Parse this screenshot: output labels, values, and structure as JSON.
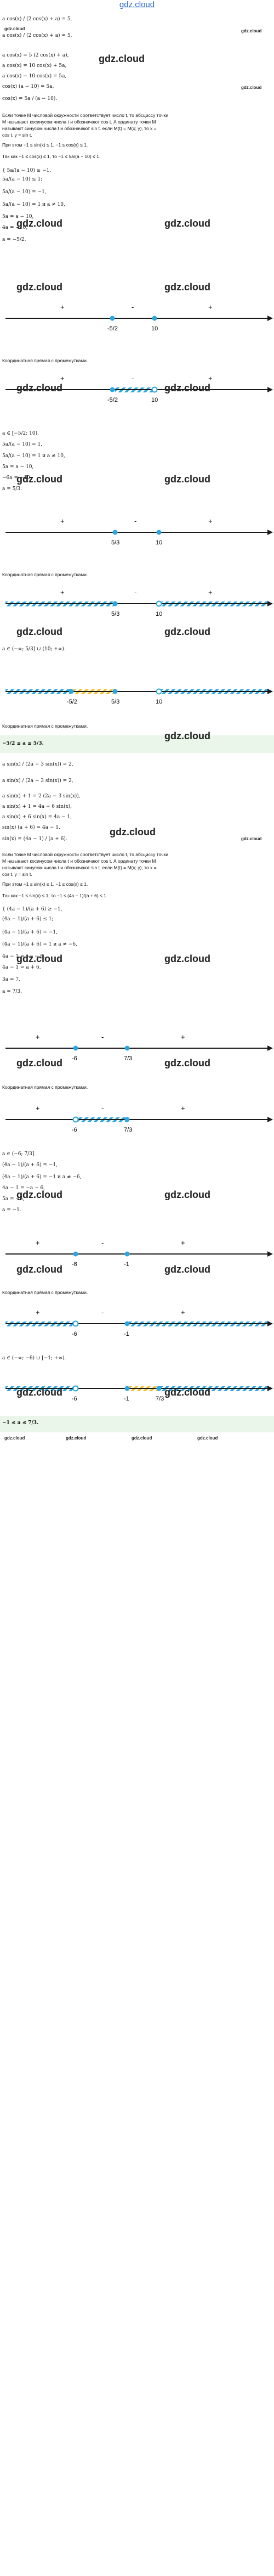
{
  "header": {
    "site_link": "gdz.cloud"
  },
  "watermark": {
    "text": "gdz.cloud"
  },
  "colors": {
    "axis": "#1a1a1a",
    "point": "#2ba6e0",
    "hatch": "#2ba6e0",
    "hatch_yellow": "#f2c12e",
    "band": "#e9f6e9",
    "link": "#2a66c9"
  },
  "part1": {
    "lines": [
      "a cos(x) / (2 cos(x) + a) = 5,",
      "a cos(x) / (2 cos(x) + a) = 5,",
      "a cos(x) = 5 (2 cos(x) + a),",
      "a cos(x) = 10 cos(x) + 5a,",
      "a cos(x) − 10 cos(x) = 5a,",
      "cos(x) (a − 10) = 5a,",
      "cos(x) = 5a / (a − 10).",
      "Если точке M числовой окружности соответствует число t, то абсциссу точки",
      "M называют косинусом числа t и обозначают cos t. А ординату точки M",
      "называют синусом числа t и обозначают sin t. если M(t) = M(x; y), то x =",
      "cos t, y = sin t.",
      "При этом −1 ≤ sin(x) ≤ 1, −1 ≤ cos(x) ≤ 1.",
      "Так как −1 ≤ cos(x) ≤ 1, то −1 ≤ 5a/(a − 10) ≤ 1.",
      "{ 5a/(a − 10) ≥ −1,",
      "  5a/(a − 10) ≤ 1;",
      "5a/(a − 10) = −1,",
      "5a/(a − 10) = 1 и a ≠ 10,",
      "5a = a − 10,",
      "4a = −10,",
      "a = −5/2."
    ],
    "line1": {
      "pm": [
        "+",
        "-",
        "+"
      ],
      "ticks": [
        "-5/2",
        "10"
      ]
    },
    "caption1": "Координатная прямая с промежутками.",
    "line2": {
      "pm": [
        "+",
        "-",
        "+"
      ],
      "ticks": [
        "-5/2",
        "10"
      ]
    },
    "lines_b": [
      "a ∈ [−5/2; 10).",
      "5a/(a − 10) = 1,",
      "5a/(a − 10) = 1 и a ≠ 10,",
      "5a = a − 10,",
      "−6a = −10,",
      "a = 5/3."
    ],
    "line3": {
      "pm": [
        "+",
        "-",
        "+"
      ],
      "ticks": [
        "5/3",
        "10"
      ]
    },
    "caption2": "Координатная прямая с промежутками.",
    "line4": {
      "pm": [
        "+",
        "-",
        "+"
      ],
      "ticks": [
        "5/3",
        "10"
      ]
    },
    "answer_interval": "a ∈ (−∞; 5/3] ∪ (10; +∞).",
    "line5": {
      "ticks": [
        "-5/2",
        "5/3",
        "10"
      ]
    },
    "caption3": "Координатная прямая с промежутками.",
    "answer": "−5/2 ≤ a ≤ 5/3."
  },
  "part2": {
    "lines": [
      "a sin(x) / (2a − 3 sin(x)) = 2,",
      "a sin(x) / (2a − 3 sin(x)) = 2,",
      "a sin(x) + 1 = 2 (2a − 3 sin(x)),",
      "a sin(x) + 1 = 4a − 6 sin(x),",
      "a sin(x) + 6 sin(x) = 4a − 1,",
      "sin(x) (a + 6) = 4a − 1,",
      "sin(x) = (4a − 1) / (a + 6).",
      "Если точке M числовой окружности соответствует число t, то абсциссу точки",
      "M называют косинусом числа t и обозначают cos t. А ординату точки M",
      "называют синусом числа t и обозначают sin t. если M(t) = M(x; y), то x =",
      "cos t, y = sin t.",
      "При этом −1 ≤ sin(x) ≤ 1, −1 ≤ cos(x) ≤ 1.",
      "Так как −1 ≤ sin(x) ≤ 1, то −1 ≤ (4a − 1)/(a + 6) ≤ 1.",
      "{ (4a − 1)/(a + 6) ≥ −1,",
      "  (4a − 1)/(a + 6) ≤ 1;",
      "(4a − 1)/(a + 6) = −1,",
      "(4a − 1)/(a + 6) = 1 и a ≠ −6,",
      "4a − 1 = −a − 6,",
      "4a − 1 = a + 6,",
      "3a = 7,",
      "a = 7/3."
    ],
    "line1": {
      "pm": [
        "+",
        "-",
        "+"
      ],
      "ticks": [
        "-6",
        "7/3"
      ]
    },
    "caption1": "Координатная прямая с промежутками.",
    "line2": {
      "pm": [
        "+",
        "-",
        "+"
      ],
      "ticks": [
        "-6",
        "7/3"
      ]
    },
    "lines_b": [
      "a ∈ (−6; 7/3].",
      "(4a − 1)/(a + 6) = −1,",
      "(4a − 1)/(a + 6) = −1 и a ≠ −6,",
      "4a − 1 = −a − 6,",
      "5a = −5,",
      "a = −1."
    ],
    "line3": {
      "pm": [
        "+",
        "-",
        "+"
      ],
      "ticks": [
        "-6",
        "-1"
      ]
    },
    "caption2": "Координатная прямая с промежутками.",
    "line4": {
      "pm": [
        "+",
        "-",
        "+"
      ],
      "ticks": [
        "-6",
        "-1"
      ]
    },
    "answer_interval": "a ∈ (−∞; −6) ∪ [−1; +∞).",
    "line5": {
      "ticks": [
        "-6",
        "-1",
        "7/3"
      ]
    },
    "answer": "−1 ≤ a ≤ 7/3."
  }
}
